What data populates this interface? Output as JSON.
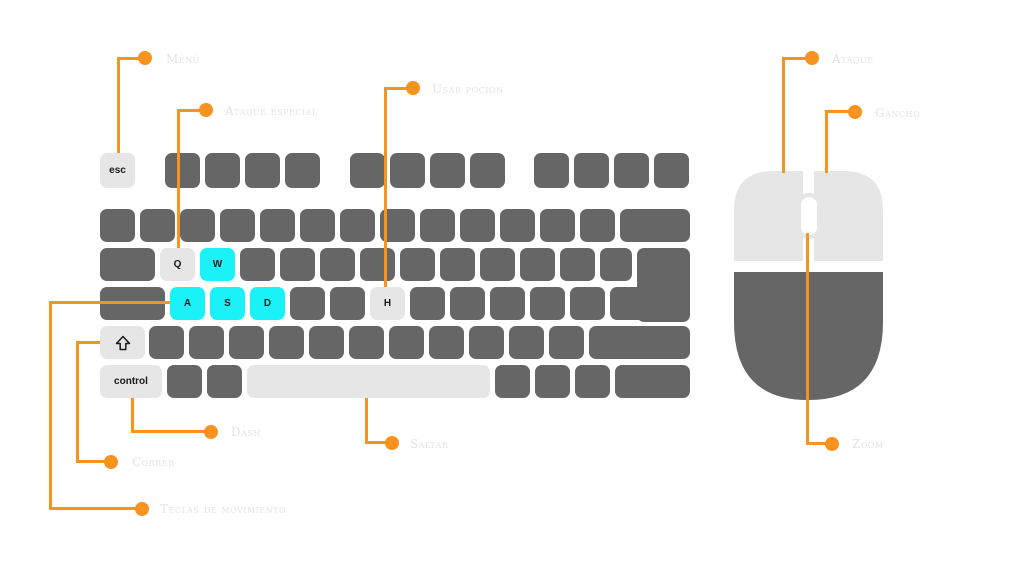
{
  "colors": {
    "dark_key": "#666666",
    "light_key": "#e6e6e6",
    "highlight_key": "#1af2f8",
    "callout": "#f7931e",
    "label": "#e3e3e3"
  },
  "keys": {
    "esc": "esc",
    "q": "Q",
    "w": "W",
    "a": "A",
    "s": "S",
    "d": "D",
    "h": "H",
    "control": "control",
    "shift_icon": "shift-arrow-icon"
  },
  "labels": {
    "menu": "Menú",
    "special_attack": "Ataque especial",
    "use_potion": "Usar poción",
    "dash": "Dash",
    "run": "Correr",
    "jump": "Saltar",
    "movement_keys": "Teclas de movimiento",
    "attack": "Ataque",
    "hook": "Gancho",
    "zoom": "Zoom"
  }
}
